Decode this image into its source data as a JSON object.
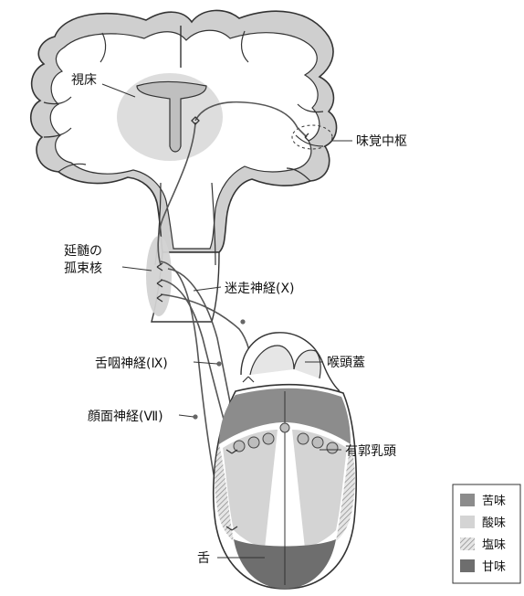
{
  "labels": {
    "thalamus": "視床",
    "gustatory_center": "味覚中枢",
    "medulla_line1": "延髄の",
    "medulla_line2": "孤束核",
    "vagus": "迷走神経(Ⅹ)",
    "glossopharyngeal": "舌咽神経(Ⅸ)",
    "epiglottis": "喉頭蓋",
    "facial": "顔面神経(Ⅶ)",
    "vallate": "有郭乳頭",
    "tongue": "舌"
  },
  "legend": [
    {
      "label": "苦味",
      "color": "#8c8c8c"
    },
    {
      "label": "酸味",
      "color": "#d4d4d4"
    },
    {
      "label": "塩味",
      "color": "hatch"
    },
    {
      "label": "甘味",
      "color": "#6e6e6e"
    }
  ],
  "colors": {
    "outline": "#333333",
    "thalamus": "#d9d9d9",
    "brain_fill": "#ffffff",
    "cortex": "#cfcfcf",
    "nerve": "#555555"
  }
}
